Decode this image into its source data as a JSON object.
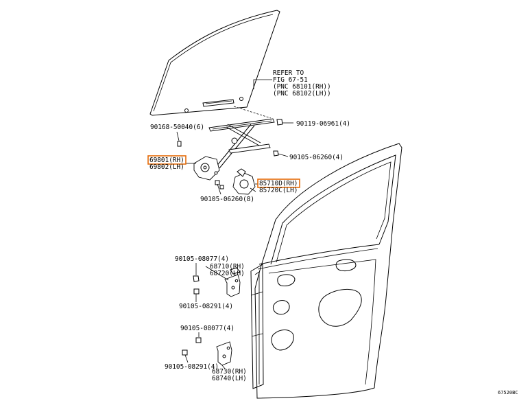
{
  "highlight_color": "#e46c0a",
  "note": {
    "line1": "REFER TO",
    "line2": "FIG 67-51",
    "line3": "(PNC 68101(RH))",
    "line4": "(PNC 68102(LH))"
  },
  "callouts": {
    "bolt_90168_50040": "90168-50040(6)",
    "bolt_90119_06961": "90119-06961(4)",
    "bolt_90105_06260_4": "90105-06260(4)",
    "regulator_rh": "69801(RH)",
    "regulator_lh": "69802(LH)",
    "motor_rh": "85710D(RH)",
    "motor_lh": "85720C(LH)",
    "bolt_90105_06260_8": "90105-06260(8)",
    "bolt_90105_08077_upper": "90105-08077(4)",
    "hinge_upper_rh": "68710(RH)",
    "hinge_upper_lh": "68720(LH)",
    "bolt_90105_08291_upper": "90105-08291(4)",
    "bolt_90105_08077_lower": "90105-08077(4)",
    "bolt_90105_08291_lower": "90105-08291(4)",
    "hinge_lower_rh": "68730(RH)",
    "hinge_lower_lh": "68740(LH)"
  },
  "figure_code": "67520BC"
}
